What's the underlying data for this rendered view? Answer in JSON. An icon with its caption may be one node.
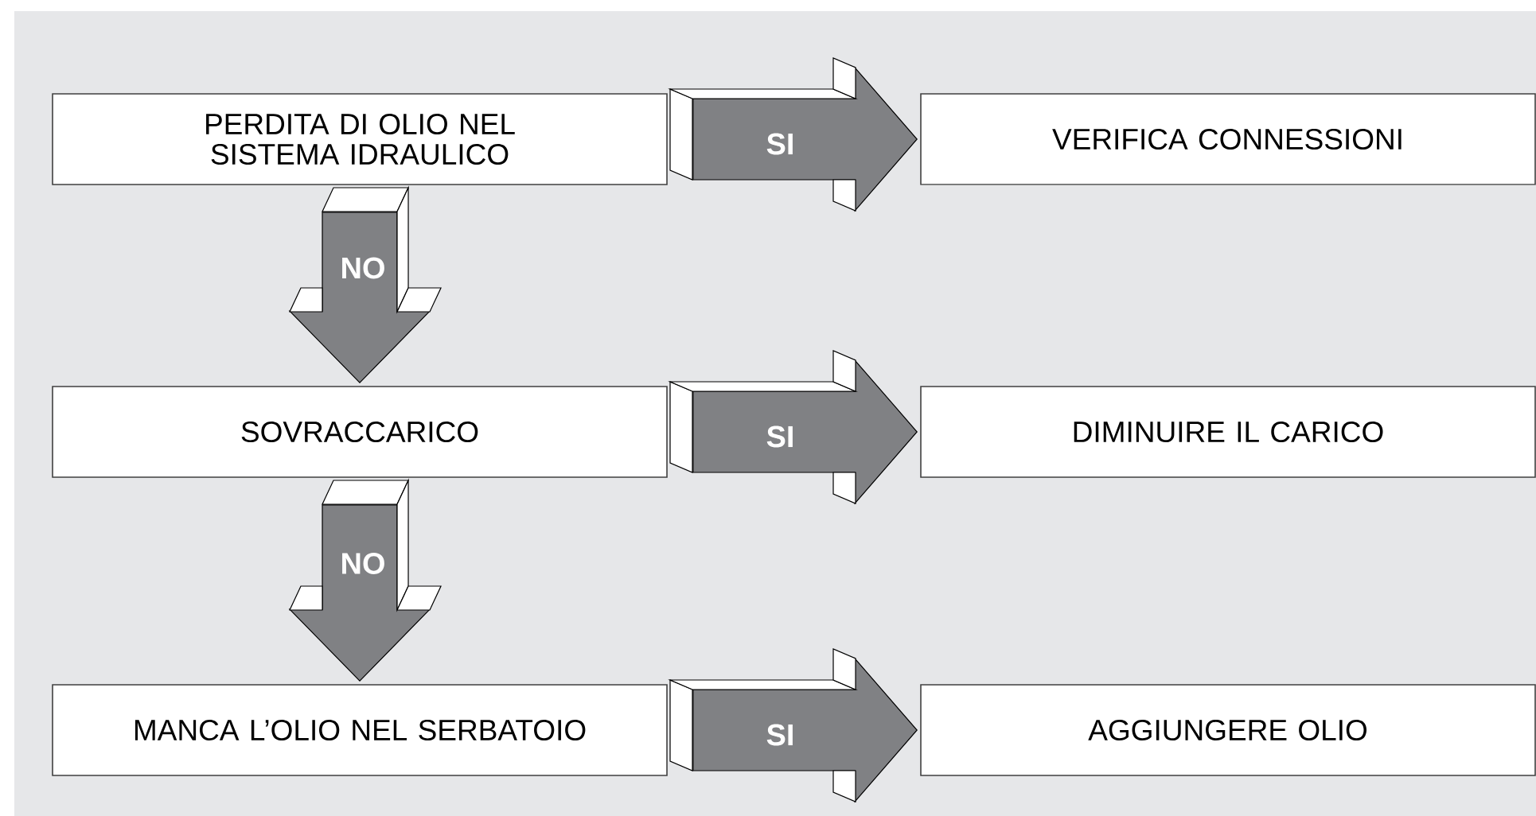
{
  "diagram": {
    "nodes": [
      {
        "text": [
          "PERDITA DI OLIO NEL SISTEMA IDRAULICO"
        ]
      },
      {
        "text": [
          "VERIFICA CONNESSIONI"
        ]
      },
      {
        "text": [
          "SOVRACCARICO"
        ]
      },
      {
        "text": [
          "DIMINUIRE IL CARICO"
        ]
      },
      {
        "text": [
          "MANCA L’OLIO NEL SERBATOIO"
        ]
      },
      {
        "text": [
          "AGGIUNGERE OLIO"
        ]
      }
    ],
    "edges": [
      {
        "from": 0,
        "to": 1,
        "arrow": "to",
        "label": "SI"
      },
      {
        "from": 0,
        "to": 2,
        "arrow": "to",
        "label": "NO"
      },
      {
        "from": 2,
        "to": 3,
        "arrow": "to",
        "label": "SI"
      },
      {
        "from": 2,
        "to": 4,
        "arrow": "to",
        "label": "NO"
      },
      {
        "from": 4,
        "to": 5,
        "arrow": "to",
        "label": "SI"
      }
    ]
  }
}
